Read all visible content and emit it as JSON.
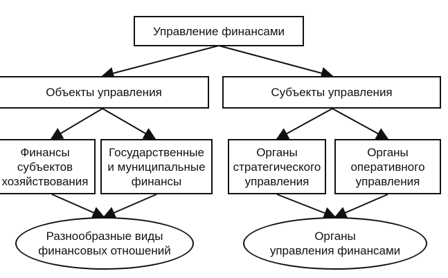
{
  "diagram": {
    "root": {
      "lines": [
        "Управление финансами"
      ]
    },
    "objects": {
      "lines": [
        "Объекты управления"
      ]
    },
    "subjects": {
      "lines": [
        "Субъекты управления"
      ]
    },
    "fin_entities": {
      "lines": [
        "Финансы",
        "субъектов",
        "хозяйствования"
      ]
    },
    "state_finance": {
      "lines": [
        "Государственные",
        "и муниципальные",
        "финансы"
      ]
    },
    "strategic": {
      "lines": [
        "Органы",
        "стратегического",
        "управления"
      ]
    },
    "operative": {
      "lines": [
        "Органы",
        "оперативного",
        "управления"
      ]
    },
    "relations": {
      "lines": [
        "Разнообразные виды",
        "финансовых отношений"
      ]
    },
    "fin_mgmt_bodies": {
      "lines": [
        "Органы",
        "управления финансами"
      ]
    }
  }
}
